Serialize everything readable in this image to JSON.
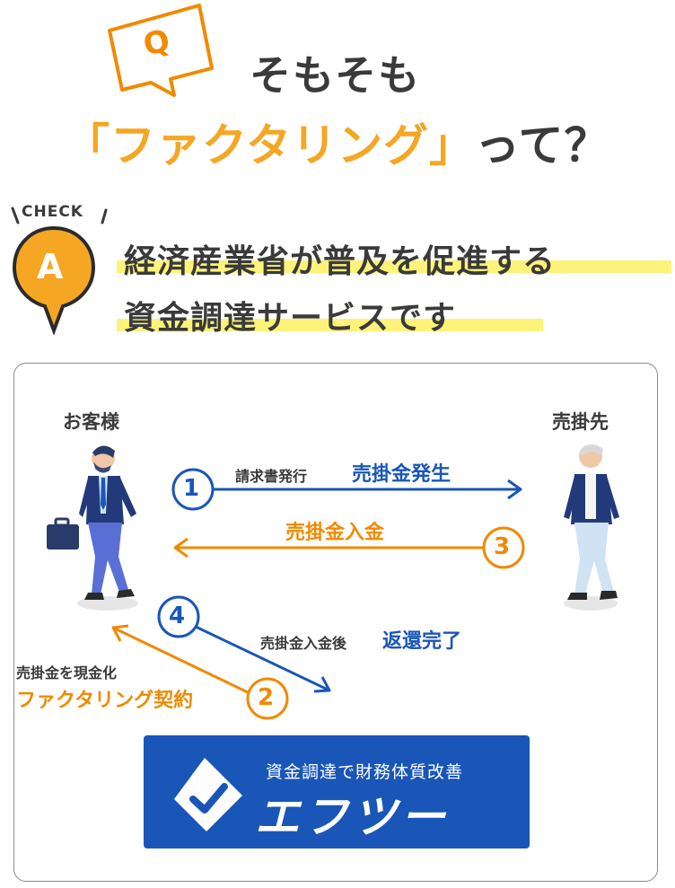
{
  "question": {
    "badge": "Q",
    "line1": "そもそも",
    "line2_highlight": "「ファクタリング」",
    "line2_rest": "って？"
  },
  "answer": {
    "check_label": "CHECK",
    "badge": "A",
    "line1": "経済産業省が普及を促進する",
    "line2": "資金調達サービスです"
  },
  "diagram": {
    "left_party": "お客様",
    "right_party": "売掛先",
    "steps": [
      {
        "num": "1",
        "small": "請求書発行",
        "main": "売掛金発生"
      },
      {
        "num": "2",
        "small": "売掛金を現金化",
        "main": "ファクタリング契約"
      },
      {
        "num": "3",
        "main": "売掛金入金"
      },
      {
        "num": "4",
        "small": "売掛金入金後",
        "main": "返還完了"
      }
    ]
  },
  "brand_banner": {
    "tagline": "資金調達で財務体質改善",
    "name": "エフツー"
  },
  "colors": {
    "orange": "#f5a623",
    "blue": "#1956b8",
    "highlight": "#fdf37a",
    "text": "#3a3a3a"
  }
}
